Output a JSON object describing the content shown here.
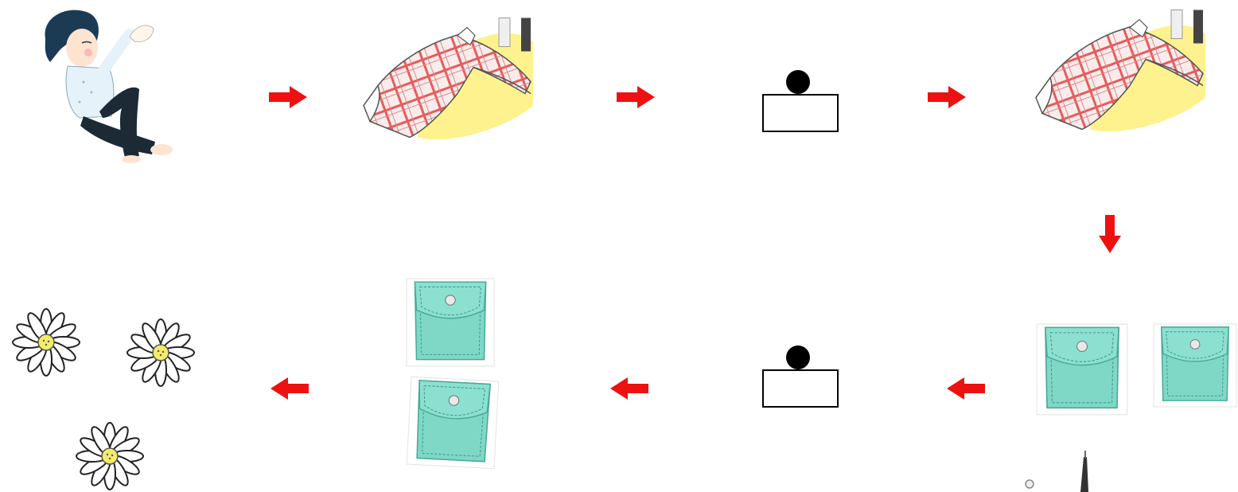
{
  "diagram": {
    "type": "sequence-puzzle",
    "arrow_color": "#ee1111",
    "row1": [
      "boy-sitting",
      "plaid-shirt",
      "blank-box",
      "plaid-shirt"
    ],
    "row2": [
      "flowers-3",
      "pockets-2",
      "blank-box",
      "pockets-2"
    ],
    "flow": [
      "right",
      "right",
      "right",
      "down",
      "left",
      "left",
      "left"
    ],
    "blank_count": 2
  }
}
